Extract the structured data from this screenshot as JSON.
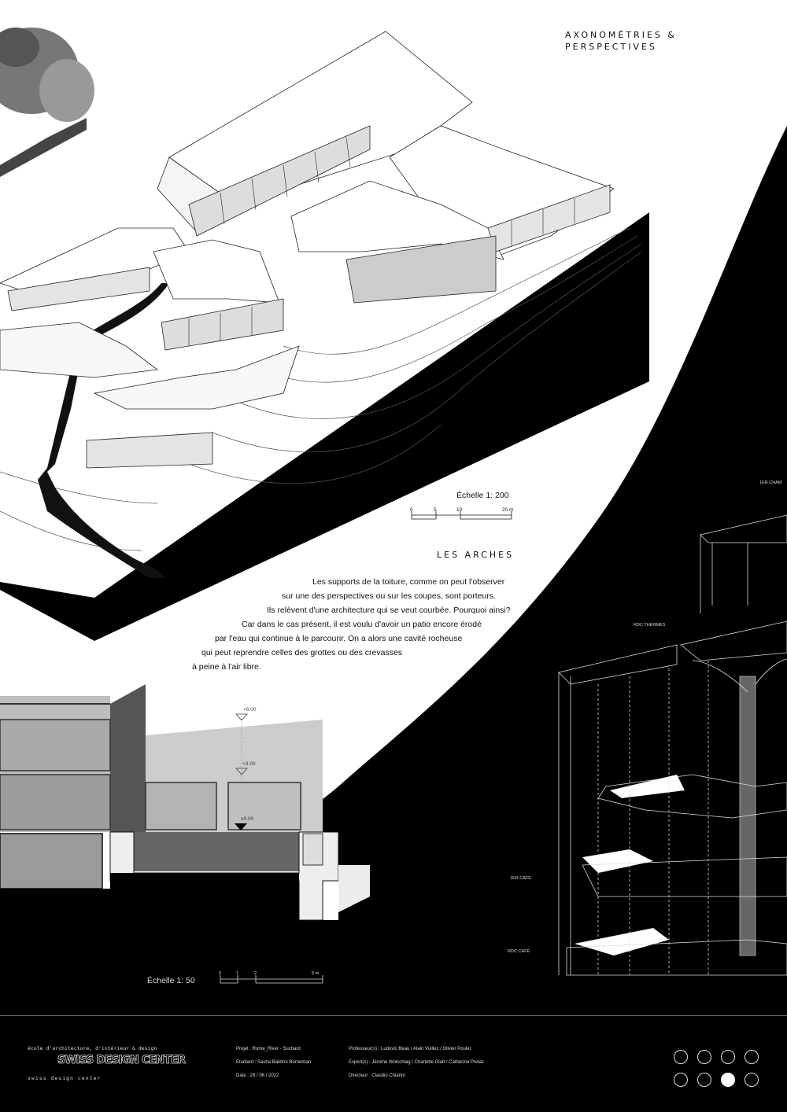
{
  "header": {
    "title_line1": "AXONOMÉTRIES &",
    "title_line2": "PERSPECTIVES"
  },
  "axo_scale": {
    "label": "Échelle 1: 200",
    "ticks": [
      "0",
      "5",
      "10",
      "20 m"
    ]
  },
  "arches": {
    "title": "LES ARCHES",
    "lines": [
      "Les supports de la toiture, comme on peut l'observer",
      "sur une des perspectives ou sur les coupes, sont porteurs.",
      "Ils relèvent d'une architecture qui se veut courbée. Pourquoi ainsi?",
      "Car dans le cas présent, il est voulu d'avoir un patio encore érodé",
      "par l'eau qui continue à le parcourir. On a alors une cavité rocheuse",
      "qui peut reprendre celles des grottes ou des crevasses",
      "à peine à l'air libre."
    ]
  },
  "section": {
    "levels": [
      "+6.00",
      "+3.00",
      "±0.00"
    ],
    "scale_label": "Échelle 1: 50",
    "scale_ticks": [
      "0",
      "1",
      "2",
      "5 m"
    ]
  },
  "exploded": {
    "labels": [
      "1ER CHAM",
      "RDC THERMES",
      "1ER CAFÉ",
      "RDC CAFÉ"
    ]
  },
  "footer": {
    "school_line": "école d'architecture, d'intérieur & design",
    "logo": "SWISS DESIGN CENTER",
    "school_sub": "swiss design center",
    "projet": "Projet : Rome_River - Suchard",
    "etudiant": "Etudiant : Sasha Baldino Borneman",
    "date": "Date : 28 / 06 / 2022",
    "professeurs": "Professeur(s) : Ludovic Beau  /  Alain Vuillez  /  Olivier Poulet",
    "experts": "Expert(s) : Jérome Wolschlag  /  Charlotte Glatt  /  Catherine Prelaz",
    "directeur": "Directeur : Claudio Chiarini",
    "page_indicator": {
      "total": 8,
      "active_index": 6
    }
  }
}
